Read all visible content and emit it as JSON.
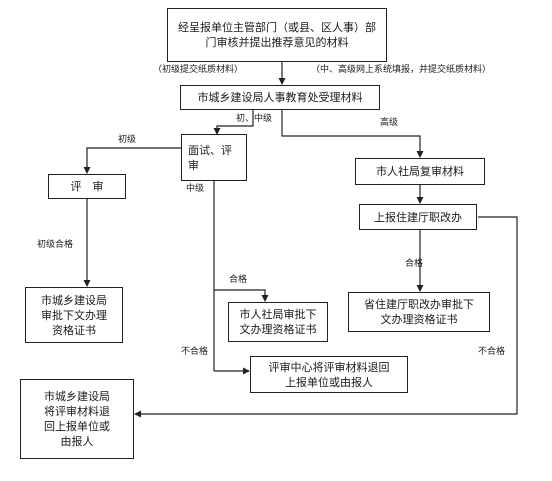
{
  "nodes": {
    "submit": "经呈报单位主管部门（或县、区人事）部\n门审核并提出推荐意见的材料",
    "accept": "市城乡建设局人事教育处受理材料",
    "interview": "面试、评\n审",
    "review_city": "市人社局复审材料",
    "evaluate": "评　审",
    "report_prov": "上报住建厅职改办",
    "issue_junior": "市城乡建设局\n审批下文办理\n资格证书",
    "issue_city": "市人社局审批下\n文办理资格证书",
    "issue_prov": "省住建厅职改办审批下\n文办理资格证书",
    "return_center": "评审中心将评审材料退回\n上报单位或由报人",
    "return_city": "市城乡建设局\n将评审材料退\n回上报单位或\n由报人"
  },
  "labels": {
    "junior_paper": "（初级提交纸质材料）",
    "senior_paper": "（中、高级网上系统填报，并提交纸质材料）",
    "junior_mid": "初、中级",
    "senior": "高级",
    "junior": "初级",
    "mid": "中级",
    "junior_pass": "初级合格",
    "pass_mid": "合格",
    "fail_mid": "不合格",
    "pass_prov": "合格",
    "fail_prov": "不合格"
  }
}
